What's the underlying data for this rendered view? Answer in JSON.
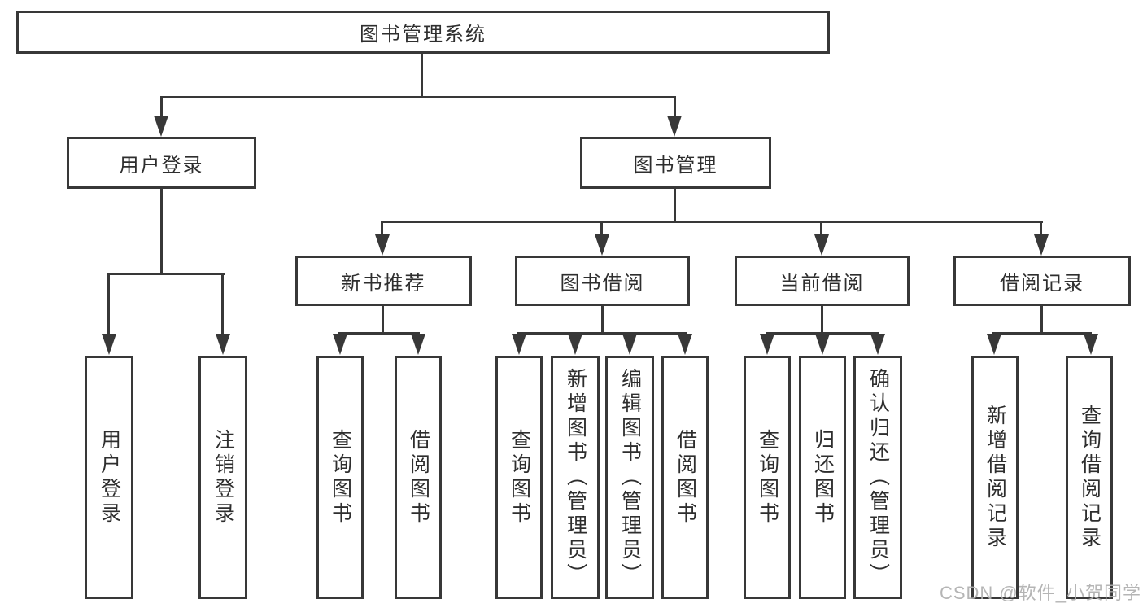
{
  "tree": {
    "root": {
      "label": "图书管理系统"
    },
    "branches": [
      {
        "label": "用户登录",
        "children": [
          {
            "label": "用户登录"
          },
          {
            "label": "注销登录"
          }
        ]
      },
      {
        "label": "图书管理",
        "children": [
          {
            "label": "新书推荐",
            "children": [
              {
                "label": "查询图书"
              },
              {
                "label": "借阅图书"
              }
            ]
          },
          {
            "label": "图书借阅",
            "children": [
              {
                "label": "查询图书"
              },
              {
                "label": "新增图书（管理员）"
              },
              {
                "label": "编辑图书（管理员）"
              },
              {
                "label": "借阅图书"
              }
            ]
          },
          {
            "label": "当前借阅",
            "children": [
              {
                "label": "查询图书"
              },
              {
                "label": "归还图书"
              },
              {
                "label": "确认归还（管理员）"
              }
            ]
          },
          {
            "label": "借阅记录",
            "children": [
              {
                "label": "新增借阅记录"
              },
              {
                "label": "查询借阅记录"
              }
            ]
          }
        ]
      }
    ]
  },
  "watermark": {
    "label": "CSDN @软件_小贺同学"
  },
  "colors": {
    "line": "#383838",
    "text": "#2e2e2e",
    "background": "#ffffff",
    "watermark": "#afafaf"
  }
}
